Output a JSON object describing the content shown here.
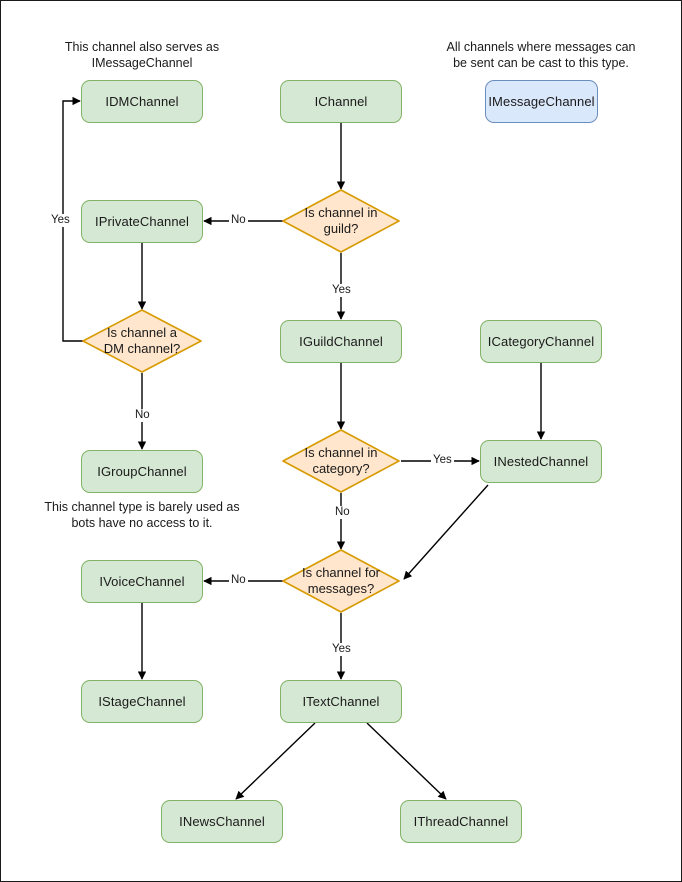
{
  "diagram": {
    "title": "Discord channel interface decision flowchart",
    "colors": {
      "green_fill": "#d5e8d4",
      "green_stroke": "#82b366",
      "blue_fill": "#dae8fc",
      "blue_stroke": "#6c8ebf",
      "orange_fill": "#ffe6cc",
      "orange_stroke": "#d79b00",
      "edge_stroke": "#000000",
      "text": "#1a1a1a",
      "frame": "#1a1a1a",
      "background": "#ffffff"
    },
    "notes": [
      {
        "id": "note-dm",
        "text": "This channel also serves as\nIMessageChannel"
      },
      {
        "id": "note-message",
        "text": "All channels where messages can\nbe sent can be cast to this type."
      },
      {
        "id": "note-group",
        "text": "This channel type is barely used as\nbots have no access to it."
      }
    ],
    "nodes": [
      {
        "id": "idmchannel",
        "label": "IDMChannel",
        "shape": "box",
        "color": "green"
      },
      {
        "id": "ichannel",
        "label": "IChannel",
        "shape": "box",
        "color": "green"
      },
      {
        "id": "imessagechannel",
        "label": "IMessageChannel",
        "shape": "box",
        "color": "blue"
      },
      {
        "id": "iprivatechannel",
        "label": "IPrivateChannel",
        "shape": "box",
        "color": "green"
      },
      {
        "id": "iguildchannel",
        "label": "IGuildChannel",
        "shape": "box",
        "color": "green"
      },
      {
        "id": "icategorychannel",
        "label": "ICategoryChannel",
        "shape": "box",
        "color": "green"
      },
      {
        "id": "igroupchannel",
        "label": "IGroupChannel",
        "shape": "box",
        "color": "green"
      },
      {
        "id": "inestedchannel",
        "label": "INestedChannel",
        "shape": "box",
        "color": "green"
      },
      {
        "id": "ivoicechannel",
        "label": "IVoiceChannel",
        "shape": "box",
        "color": "green"
      },
      {
        "id": "istagechannel",
        "label": "IStageChannel",
        "shape": "box",
        "color": "green"
      },
      {
        "id": "itextchannel",
        "label": "ITextChannel",
        "shape": "box",
        "color": "green"
      },
      {
        "id": "inewschannel",
        "label": "INewsChannel",
        "shape": "box",
        "color": "green"
      },
      {
        "id": "ithreadchannel",
        "label": "IThreadChannel",
        "shape": "box",
        "color": "green"
      }
    ],
    "decisions": [
      {
        "id": "is-channel-in-guild",
        "label": "Is channel in\nguild?",
        "shape": "diamond",
        "color": "orange"
      },
      {
        "id": "is-channel-dm",
        "label": "Is channel a\nDM channel?",
        "shape": "diamond",
        "color": "orange"
      },
      {
        "id": "is-channel-in-category",
        "label": "Is channel in\ncategory?",
        "shape": "diamond",
        "color": "orange"
      },
      {
        "id": "is-channel-for-messages",
        "label": "Is channel for\nmessages?",
        "shape": "diamond",
        "color": "orange"
      }
    ],
    "edge_labels": [
      {
        "id": "label-guild-no",
        "text": "No"
      },
      {
        "id": "label-guild-yes",
        "text": "Yes"
      },
      {
        "id": "label-dm-yes",
        "text": "Yes"
      },
      {
        "id": "label-dm-no",
        "text": "No"
      },
      {
        "id": "label-category-yes",
        "text": "Yes"
      },
      {
        "id": "label-category-no",
        "text": "No"
      },
      {
        "id": "label-messages-no",
        "text": "No"
      },
      {
        "id": "label-messages-yes",
        "text": "Yes"
      }
    ]
  }
}
